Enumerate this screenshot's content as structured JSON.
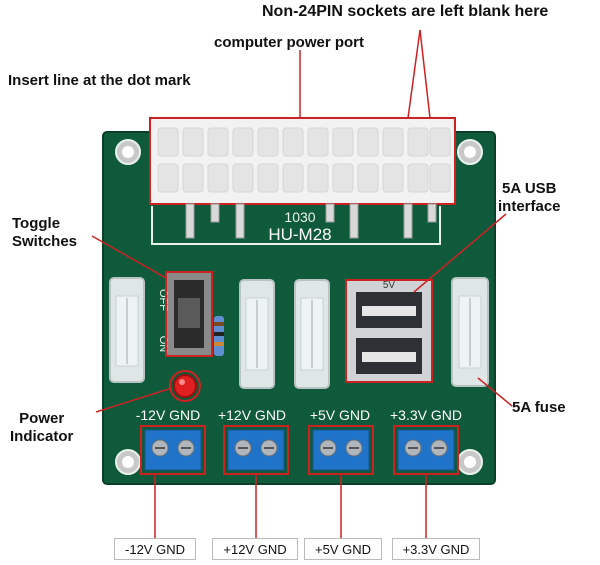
{
  "board": {
    "pcb_color": "#0f5a3a",
    "silk_color": "#e9f2ec",
    "model_number": "1030",
    "model_name": "HU-M28",
    "switch_off_text": "OFF",
    "switch_on_text": "ON",
    "usb_marking": "5V",
    "terminal_labels": [
      "-12V GND",
      "+12V GND",
      "+5V GND",
      "+3.3V GND"
    ]
  },
  "callouts": {
    "non_24pin": "Non-24PIN sockets are left blank here",
    "power_port": "computer power port",
    "insert_line": "Insert line at the dot mark",
    "toggle_switches": [
      "Toggle",
      "Switches"
    ],
    "usb_interface": [
      "5A USB",
      "interface"
    ],
    "power_indicator": [
      "Power",
      "Indicator"
    ],
    "fuse": "5A fuse"
  },
  "bottom_labels": [
    "-12V GND",
    "+12V GND",
    "+5V GND",
    "+3.3V GND"
  ],
  "colors": {
    "highlight": "#cc2222",
    "terminal_blue": "#1f73c8",
    "led_red": "#e02020"
  }
}
